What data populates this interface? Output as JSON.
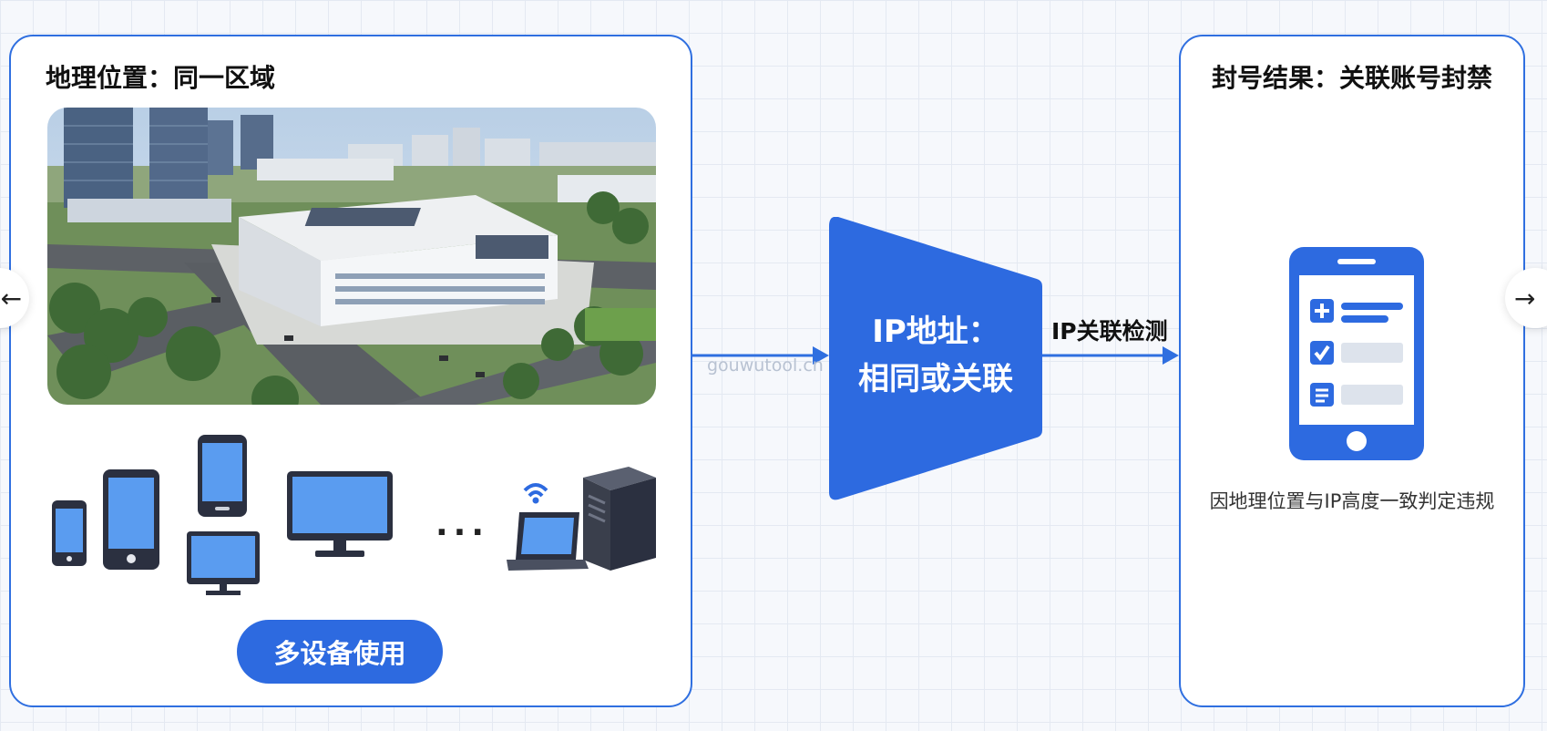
{
  "left_panel": {
    "title": "地理位置：同一区域",
    "photo_icon": "aerial-campus-photo",
    "device_icons": [
      "phone-icon",
      "tablet-icon",
      "phone-icon",
      "tablet-icon",
      "monitor-icon",
      "laptop-wifi-icon",
      "tower-pc-icon"
    ],
    "ellipsis": "···",
    "button_label": "多设备使用"
  },
  "center": {
    "ip_title": "IP地址：",
    "ip_subtitle": "相同或关联",
    "edge_label": "IP关联检测",
    "watermark": "gouwutool.cn"
  },
  "right_panel": {
    "title": "封号结果：关联账号封禁",
    "illustration_icon": "phone-checklist-icon",
    "verdict": "因地理位置与IP高度一致判定违规"
  },
  "nav": {
    "prev_icon": "←",
    "next_icon": "→"
  },
  "colors": {
    "accent": "#2d6ae0",
    "panel_border": "#2f6fe0",
    "device_screen": "#5a9cf0",
    "device_body": "#2b3040"
  }
}
